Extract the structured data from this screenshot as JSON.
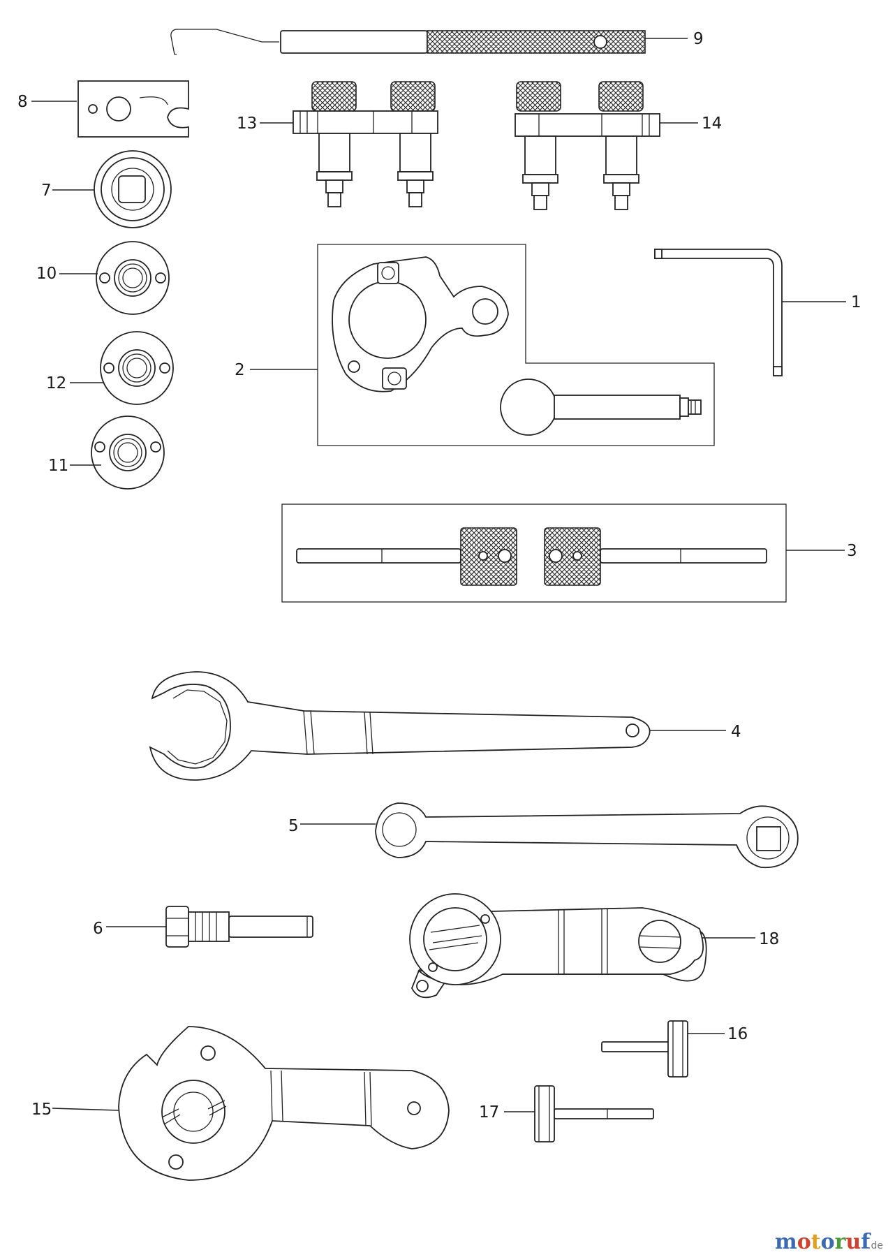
{
  "labels": [
    "1",
    "2",
    "3",
    "4",
    "5",
    "6",
    "7",
    "8",
    "9",
    "10",
    "11",
    "12",
    "13",
    "14",
    "15",
    "16",
    "17",
    "18"
  ],
  "watermark": {
    "letters": [
      "m",
      "o",
      "t",
      "o",
      "r",
      "u",
      "f"
    ],
    "colors": [
      "#3a6ab0",
      "#d0412e",
      "#e0a020",
      "#3a6ab0",
      "#4a9a3a",
      "#d0412e",
      "#3a6ab0"
    ],
    "suffix": ".de"
  }
}
